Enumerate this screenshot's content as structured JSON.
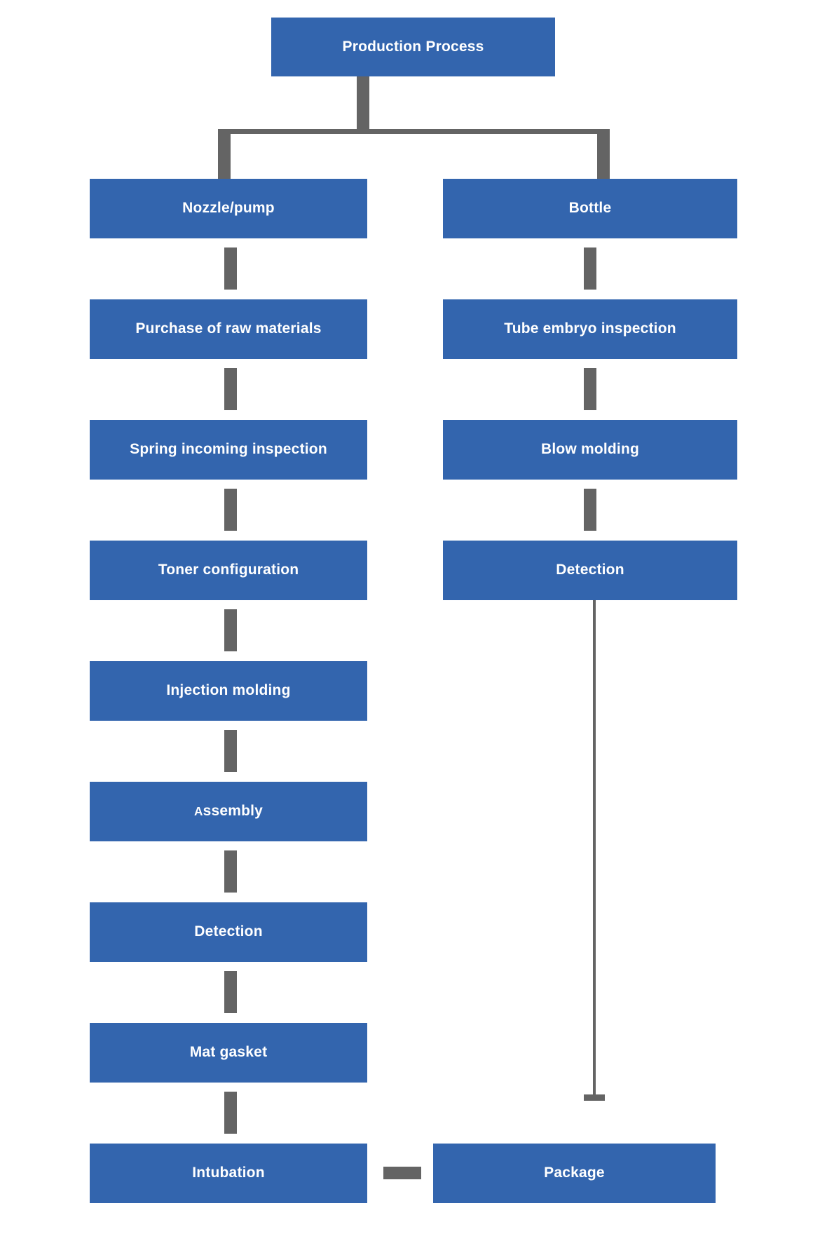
{
  "diagram": {
    "title": "Production Process",
    "colors": {
      "node_fill": "#3365ae",
      "node_text": "#ffffff",
      "connector": "#646464",
      "background": "#ffffff"
    },
    "root": {
      "label": "Production Process"
    },
    "branches": [
      {
        "name": "nozzle-pump-branch",
        "head": "Nozzle/pump",
        "steps": [
          "Purchase of raw materials",
          "Spring incoming inspection",
          "Toner configuration",
          "Injection molding",
          "Assembly",
          "Detection",
          "Mat gasket",
          "Intubation"
        ]
      },
      {
        "name": "bottle-branch",
        "head": "Bottle",
        "steps": [
          "Tube embryo inspection",
          "Blow molding",
          "Detection"
        ]
      }
    ],
    "terminal": {
      "label": "Package"
    },
    "assembly_label": {
      "first": "A",
      "rest": "ssembly"
    }
  }
}
